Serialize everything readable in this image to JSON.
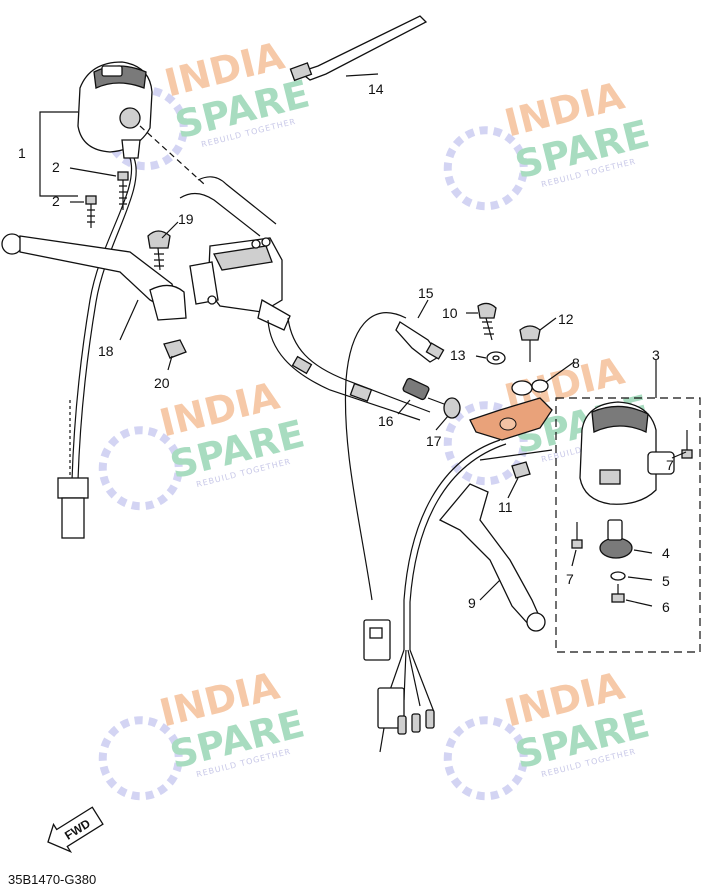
{
  "diagram_code": "35B1470-G380",
  "fwd_label": "FWD",
  "watermark": {
    "line1": "INDIA",
    "line2": "SPARE",
    "tagline": "REBUILD TOGETHER"
  },
  "callouts": {
    "c1": "1",
    "c2a": "2",
    "c2b": "2",
    "c3": "3",
    "c4": "4",
    "c5": "5",
    "c6": "6",
    "c7a": "7",
    "c7b": "7",
    "c8": "8",
    "c9": "9",
    "c10": "10",
    "c11": "11",
    "c12": "12",
    "c13": "13",
    "c14": "14",
    "c15": "15",
    "c16": "16",
    "c17": "17",
    "c18": "18",
    "c19": "19",
    "c20": "20"
  },
  "colors": {
    "accent_copper": "#e9a27a",
    "watermark_orange": "#f6c9a8",
    "watermark_green": "#a8dcc0",
    "watermark_blue": "#c5c6ee"
  }
}
